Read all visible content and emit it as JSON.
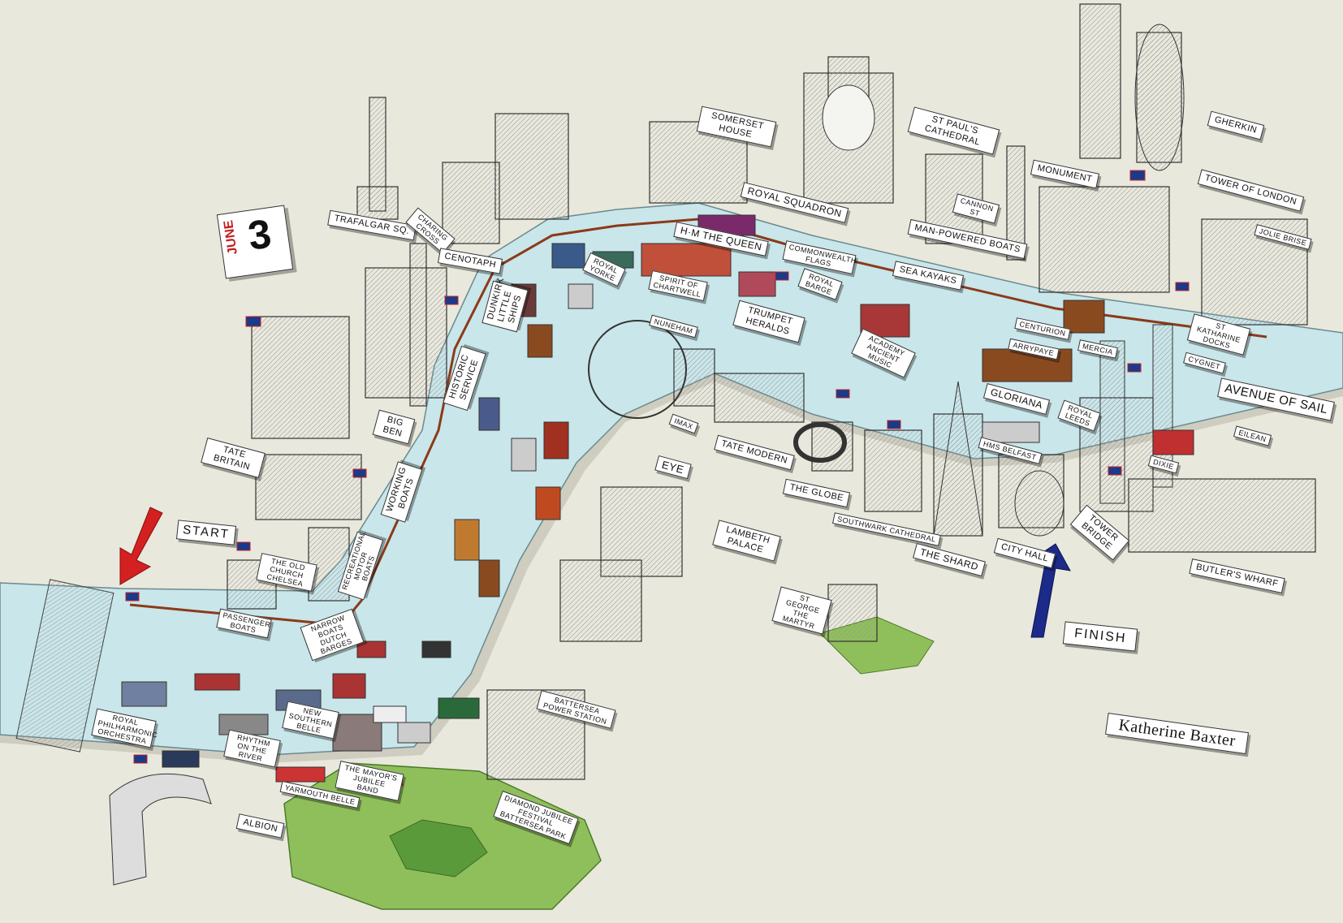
{
  "calendar": {
    "month": "JUNE",
    "day": "3"
  },
  "markers": {
    "start": "START",
    "finish": "FINISH"
  },
  "artist": "Katherine Baxter",
  "labels": {
    "trafalgar_sq": "TRAFALGAR SQ.",
    "charing_cross": "CHARING CROSS",
    "cenotaph": "CENOTAPH",
    "somerset_house": "SOMERSET HOUSE",
    "st_pauls": "ST PAUL'S CATHEDRAL",
    "gherkin": "GHERKIN",
    "monument": "MONUMENT",
    "tower_of_london": "TOWER of LONDON",
    "royal_squadron": "ROYAL SQUADRON",
    "cannon_st": "CANNON ST",
    "man_powered_boats": "MAN-POWERED BOATS",
    "hm_the_queen": "H·M THE QUEEN",
    "commonwealth_flags": "COMMONWEALTH FLAGS",
    "royal_barge": "ROYAL BARGE",
    "sea_kayaks": "SEA KAYAKS",
    "dunkirk_little_ships": "DUNKIRK LITTLE SHIPS",
    "royal_yorke": "ROYAL YORKE",
    "spirit_of_chartwell": "SPIRIT of CHARTWELL",
    "trumpet_heralds": "TRUMPET HERALDS",
    "nuneham": "NUNEHAM",
    "academy_ancient_music": "ACADEMY ANCIENT MUSIC",
    "centurion": "CENTURION",
    "jolie_brise": "JOLIE BRISE",
    "st_katharine_docks": "St KATHARINE DOCKS",
    "arrypaye": "ARRYPAYE",
    "mercia": "MERCIA",
    "historic_service": "HISTORIC SERVICE",
    "gloriana": "GLORIANA",
    "royal_leeds": "ROYAL LEEDS",
    "cygnet": "CYGNET",
    "avenue_of_sail": "AVENUE of SAIL",
    "big_ben": "BIG BEN",
    "imax": "IMAX",
    "tate_modern": "TATE MODERN",
    "hms_belfast": "HMS BELFAST",
    "tate_britain": "TATE BRITAIN",
    "working_boats": "WORKING BOATS",
    "eye": "EYE",
    "the_globe": "THE GLOBE",
    "eilean": "EILEAN",
    "dixie": "DIXIE",
    "old_church_chelsea": "THE OLD CHURCH CHELSEA",
    "recreational_motor_boats": "RECREATIONAL MOTOR BOATS",
    "lambeth_palace": "LAMBETH PALACE",
    "southwark_cathedral": "SOUTHWARK CATHEDRAL",
    "the_shard": "THE SHARD",
    "city_hall": "CITY HALL",
    "tower_bridge": "TOWER BRIDGE",
    "butlers_wharf": "BUTLER'S WHARF",
    "passenger_boats": "PASSENGER BOATS",
    "narrow_boats": "NARROW BOATS DUTCH BARGES",
    "st_george_martyr": "St GEORGE THE MARTYR",
    "rhythm_on_river": "RHYTHM ON THE RIVER",
    "new_southern_belle": "NEW SOUTHERN BELLE",
    "yarmouth_belle": "YARMOUTH BELLE",
    "battersea_power": "BATTERSEA POWER STATION",
    "diamond_jubilee": "DIAMOND JUBILEE FESTIVAL BATTERSEA PARK",
    "albion": "ALBION",
    "philharmonic_orchestra": "ROYAL PHILHARMONIC ORCHESTRA",
    "jubilee_band": "THE MAYOR'S JUBILEE BAND"
  },
  "colors": {
    "land": "#e9e8dc",
    "river": "#c9e6ea",
    "route": "#8b3a1a",
    "start_arrow": "#d42020",
    "finish_arrow": "#1c2a8a",
    "park": "#8fbf5a"
  }
}
